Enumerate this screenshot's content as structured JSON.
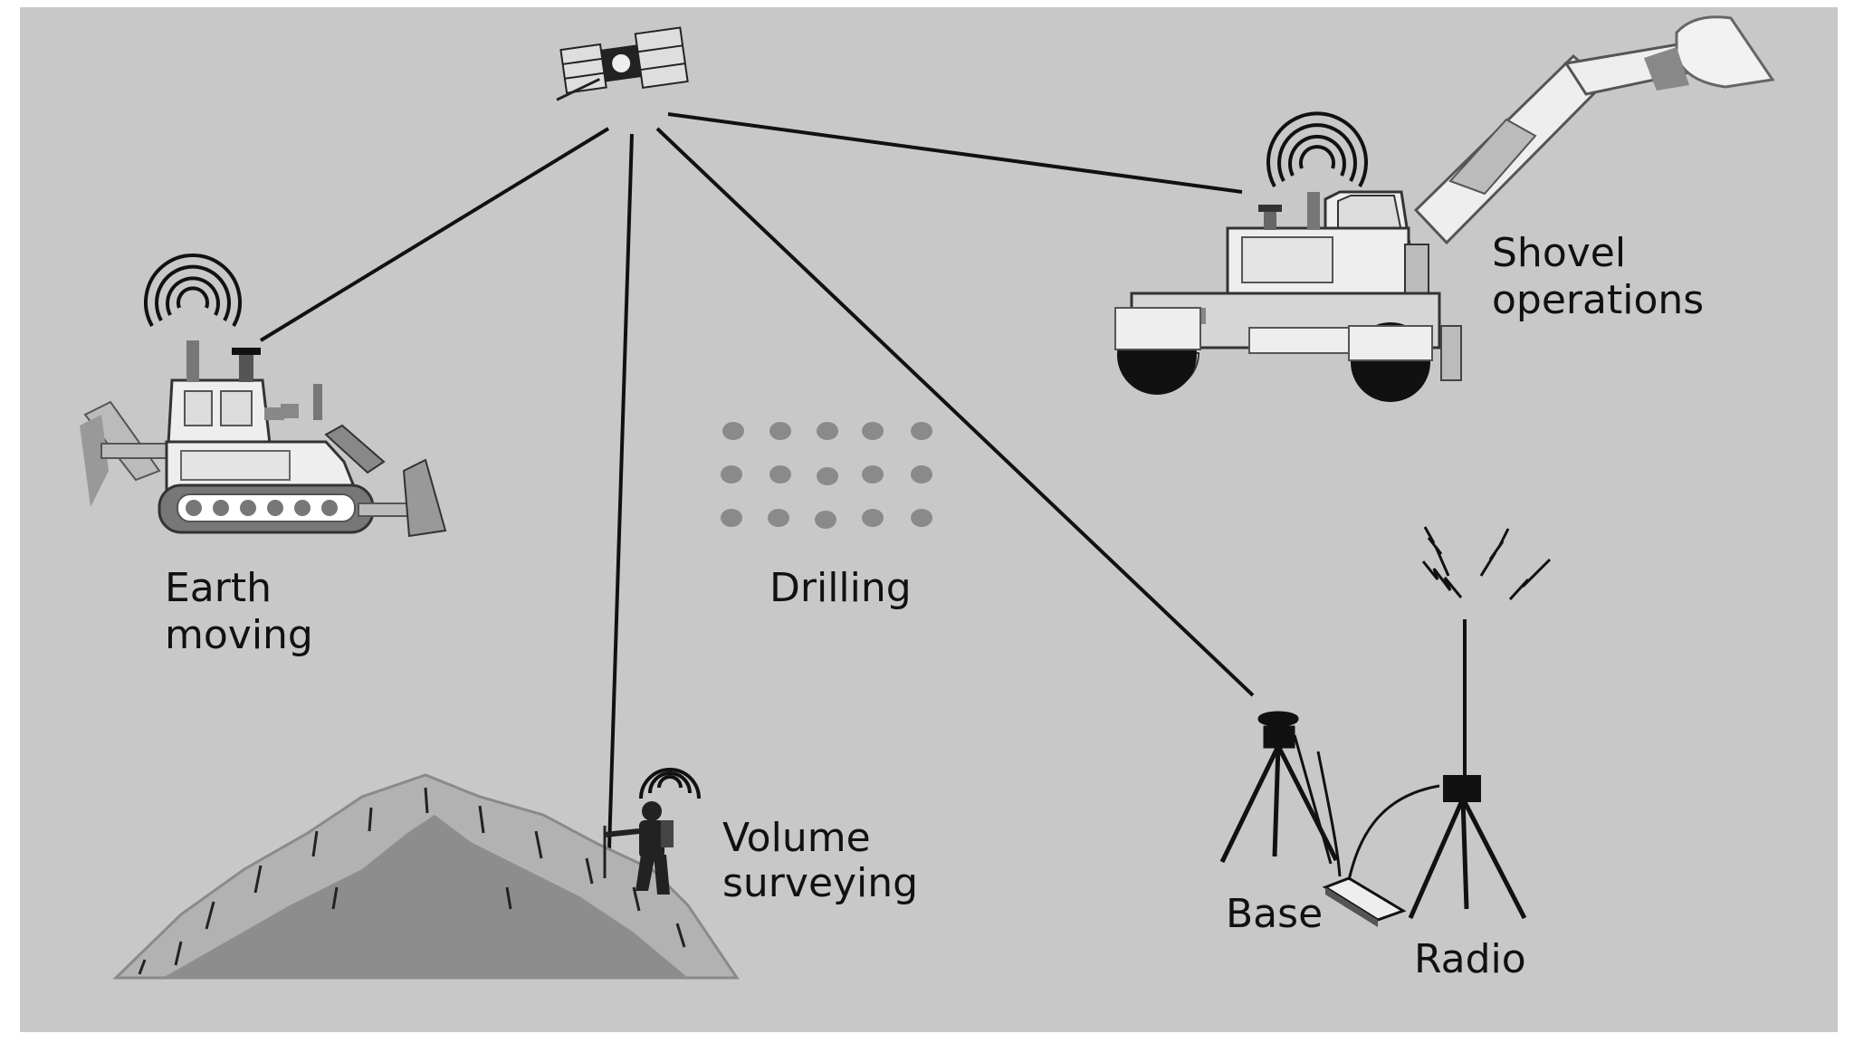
{
  "labels": {
    "shovel_line1": "Shovel",
    "shovel_line2": "operations",
    "earth_line1": "Earth",
    "earth_line2": "moving",
    "drilling": "Drilling",
    "volume_line1": "Volume",
    "volume_line2": "surveying",
    "base": "Base",
    "radio": "Radio"
  },
  "icons": {
    "satellite": "satellite-icon",
    "bulldozer": "bulldozer-icon",
    "excavator": "excavator-icon",
    "drill_pattern": "drill-holes-icon",
    "stockpile": "stockpile-icon",
    "surveyor": "surveyor-icon",
    "base_station": "tripod-receiver-icon",
    "radio_antenna": "radio-antenna-icon",
    "signal": "signal-waves-icon"
  },
  "colors": {
    "background": "#c8c8c8",
    "line": "#111111",
    "machine_light": "#eeeeee",
    "machine_mid": "#a0a0a0",
    "machine_dark": "#111111",
    "pile_light": "#b2b2b2",
    "pile_dark": "#8d8d8d",
    "dots": "#8a8a8a"
  }
}
